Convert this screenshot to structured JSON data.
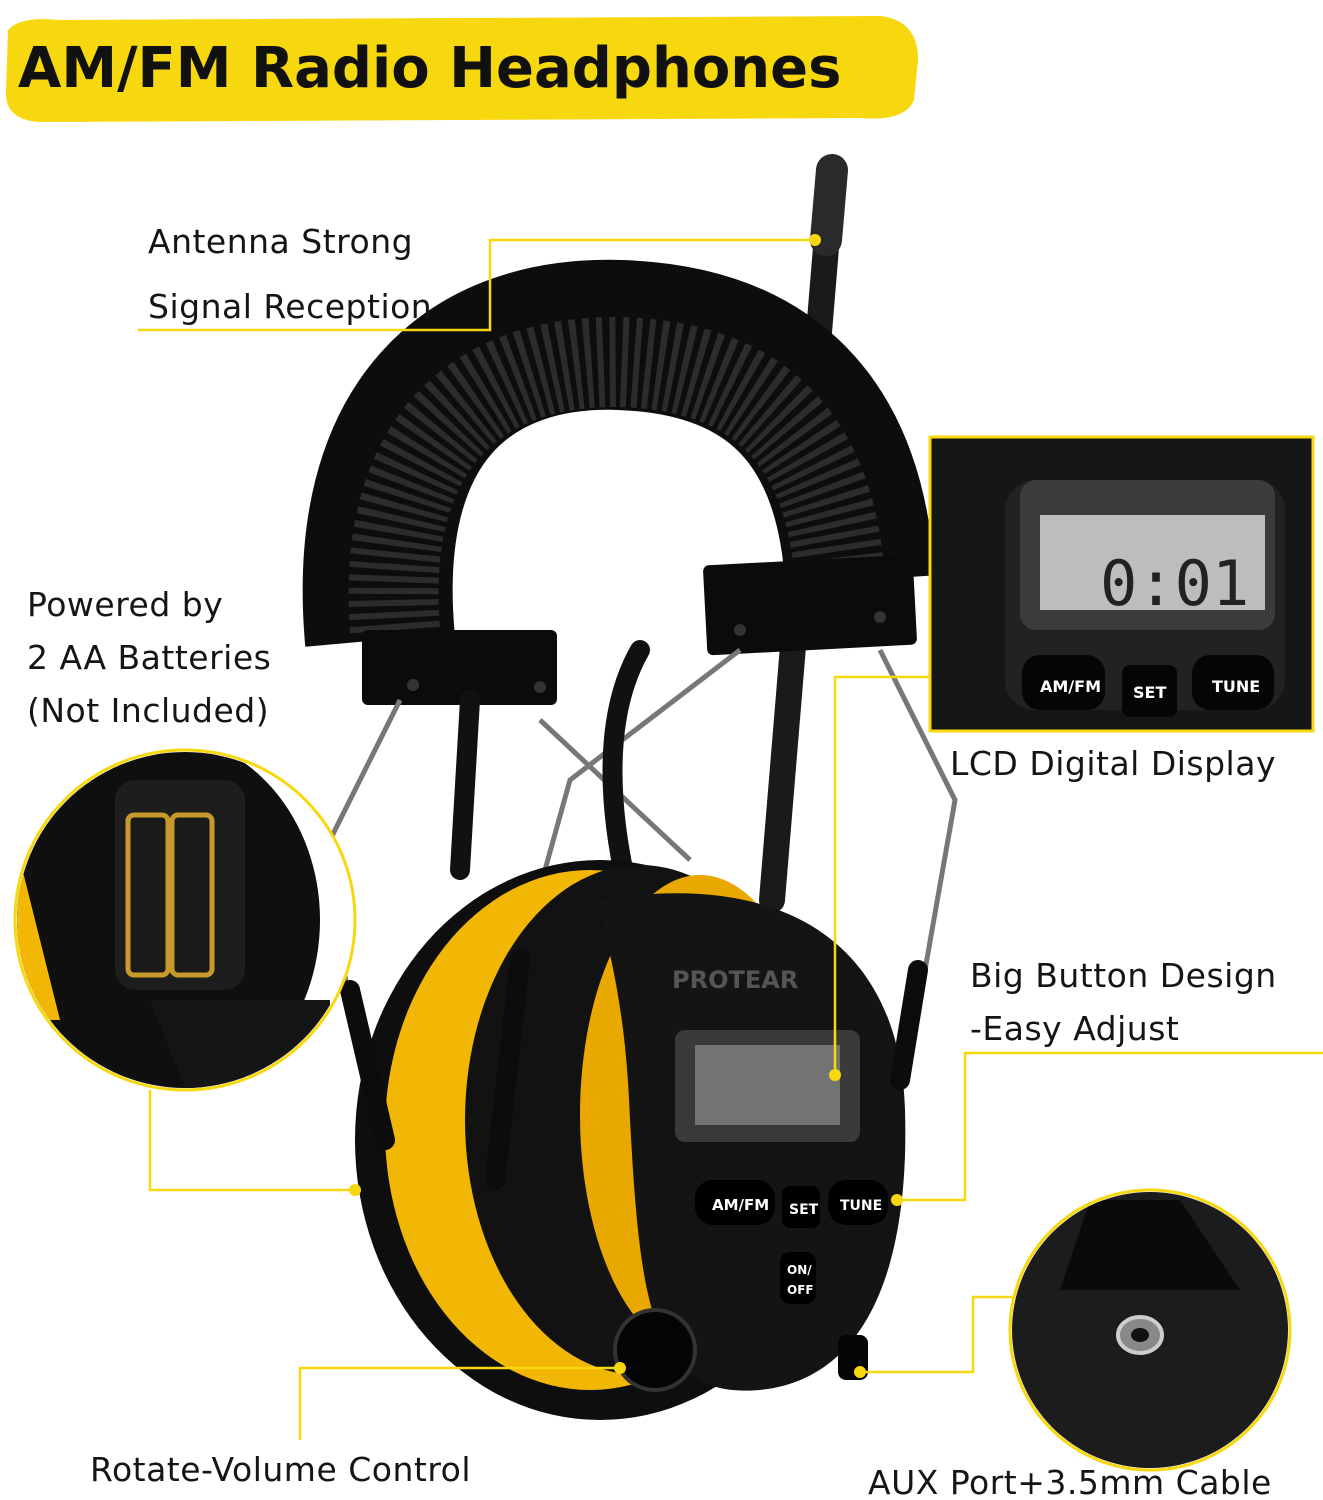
{
  "title": "AM/FM Radio Headphones",
  "colors": {
    "accent_yellow": "#f7d70e",
    "body_black": "#111111",
    "cup_yellow": "#f2b705"
  },
  "callouts": {
    "antenna": {
      "line1": "Antenna Strong",
      "line2": "Signal Reception"
    },
    "batteries": {
      "line1": "Powered by",
      "line2": "2 AA Batteries",
      "line3": "(Not Included)"
    },
    "lcd": {
      "label": "LCD Digital Display"
    },
    "buttons": {
      "line1": "Big Button Design",
      "line2": "-Easy Adjust"
    },
    "volume": {
      "label": "Rotate-Volume Control"
    },
    "aux": {
      "label": "AUX Port+3.5mm Cable"
    }
  },
  "lcd_inset": {
    "display": "0:01",
    "btn_mode": "AM/FM",
    "btn_set": "SET",
    "btn_tune": "TUNE"
  },
  "device": {
    "brand": "PROTEAR",
    "btn_mode": "AM/FM",
    "btn_set": "SET",
    "btn_tune": "TUNE",
    "btn_power_1": "ON/",
    "btn_power_2": "OFF"
  }
}
